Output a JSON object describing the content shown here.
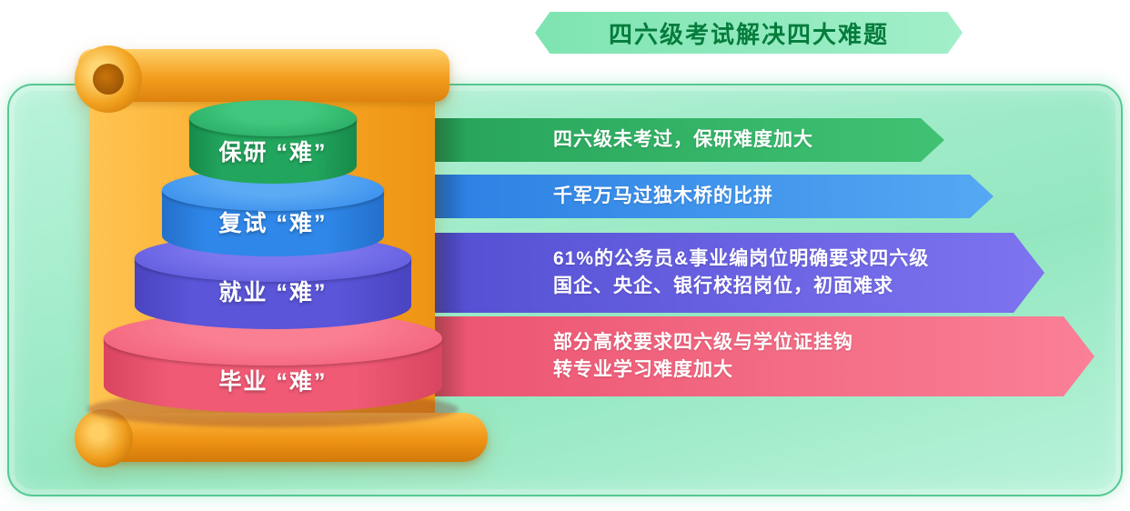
{
  "title": {
    "text": "四六级考试解决四大难题",
    "color": "#067c3c",
    "bg_from": "#7ee4b1",
    "bg_to": "#a2efca"
  },
  "panel": {
    "bg_from": "#b9f3da",
    "bg_to": "#93e7c0",
    "border": "#55c893"
  },
  "scroll": {
    "paper_light": "#ffc452",
    "paper_dark": "#ee9414",
    "roll_dark": "#d3790a"
  },
  "cake": {
    "tiers": [
      {
        "name": "graduate-recommendation",
        "label": "保研 “难”",
        "side": "#22a65d",
        "side_dark": "#178a4a",
        "top": "#41c67d"
      },
      {
        "name": "reexamination",
        "label": "复试 “难”",
        "side": "#2f87e9",
        "side_dark": "#2470cb",
        "top": "#5baaf4"
      },
      {
        "name": "employment",
        "label": "就业 “难”",
        "side": "#5a55d9",
        "side_dark": "#4a44c0",
        "top": "#7d77ee"
      },
      {
        "name": "graduation",
        "label": "毕业 “难”",
        "side": "#f05a75",
        "side_dark": "#d9455f",
        "top": "#fa7f93"
      }
    ]
  },
  "banners": [
    {
      "name": "baoyan",
      "lines": [
        "四六级未考过，保研难度加大"
      ],
      "from": "#27a45a",
      "to": "#40c273"
    },
    {
      "name": "fushi",
      "lines": [
        "千军万马过独木桥的比拼"
      ],
      "from": "#2b80e3",
      "to": "#55a8f3"
    },
    {
      "name": "jiuye",
      "lines": [
        "61%的公务员&事业编岗位明确要求四六级",
        "国企、央企、银行校招岗位，初面难求"
      ],
      "from": "#544fd3",
      "to": "#7e74f0"
    },
    {
      "name": "biye",
      "lines": [
        "部分高校要求四六级与学位证挂钩",
        "转专业学习难度加大"
      ],
      "from": "#ec5470",
      "to": "#fa8097"
    }
  ]
}
